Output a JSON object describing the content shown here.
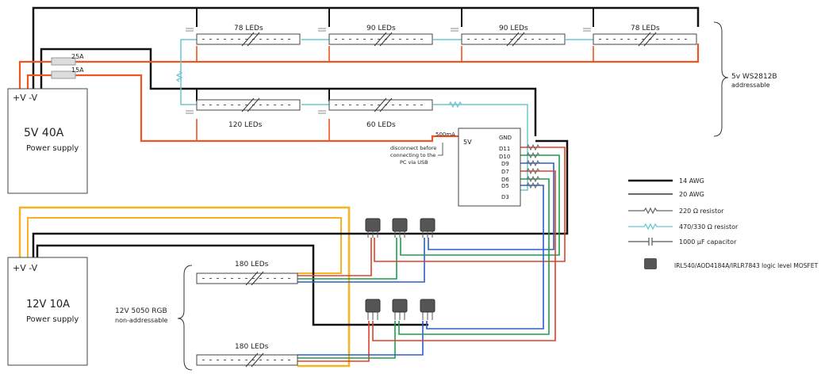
{
  "colors": {
    "wire_14awg": "#111111",
    "wire_20awg": "#111111",
    "wire_5v": "#ee5522",
    "wire_12v": "#f5b323",
    "wire_data": "#6cc7cf",
    "wire_red_ch": "#e0402a",
    "wire_green_ch": "#1e9e4e",
    "wire_blue_ch": "#2c5fc8",
    "mosfet": "#555555"
  },
  "psu5": {
    "terminals": "+V -V",
    "title": "5V  40A",
    "subtitle": "Power supply"
  },
  "psu12": {
    "terminals": "+V -V",
    "title": "12V  10A",
    "subtitle": "Power supply"
  },
  "fuses": [
    "25A",
    "15A"
  ],
  "strips_top": [
    "78 LEDs",
    "90 LEDs",
    "90 LEDs",
    "78 LEDs"
  ],
  "strips_mid": [
    "120 LEDs",
    "60 LEDs"
  ],
  "strips_12v": [
    "180 LEDs",
    "180 LEDs"
  ],
  "ws_label": [
    "5v  WS2812B",
    "addressable"
  ],
  "rgb_label": [
    "12V  5050 RGB",
    "non-addressable"
  ],
  "controller": {
    "pins": [
      "GND",
      "D11",
      "D10",
      "D9",
      "D7",
      "D6",
      "D5",
      "D3"
    ],
    "vin": "5V",
    "fuse": "500mA",
    "note": [
      "disconnect before",
      "connecting to the",
      "PC via USB"
    ]
  },
  "legend": [
    {
      "icon": "thick-wire-icon",
      "label": "14 AWG"
    },
    {
      "icon": "thin-wire-icon",
      "label": "20 AWG"
    },
    {
      "icon": "resistor-220-icon",
      "label": "220 Ω resistor"
    },
    {
      "icon": "resistor-470-icon",
      "label": "470/330 Ω resistor"
    },
    {
      "icon": "capacitor-icon",
      "label": "1000 μF capacitor"
    },
    {
      "icon": "mosfet-icon",
      "label": "IRL540/AOD4184A/IRLR7843 logic level MOSFET"
    }
  ]
}
